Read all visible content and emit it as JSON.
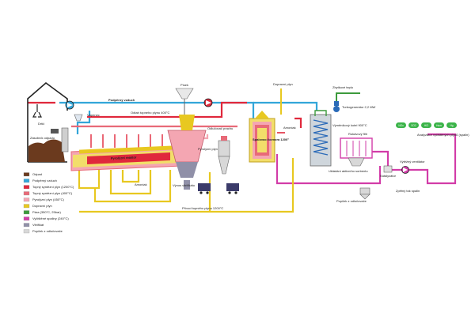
{
  "labels": {
    "feed": "Podpěrný vzduch",
    "tapper": "Vápenec",
    "grab": "Drtič",
    "bunker": "Zásobník odpadu",
    "sand": "Písek",
    "heatout": "Odtah topného plynu 400°C",
    "pyroltext": "Pyrolýzní reaktor",
    "flyash_vitr": "Výnos vitrifikátu",
    "ammonia": "Amoniak",
    "cyclone": "Odlučovač prachu",
    "pyrolgas": "Pyrolýzní plyn",
    "gas1200": "Přívod topného plynu 1200°C",
    "dopant_gas": "Dopravní plyn",
    "combustor": "Spalovací komora 1200°",
    "ammonia2": "Amoniak",
    "steam": "Zbytkové teplo",
    "turbo": "Turbogenerátor 2,2 MW",
    "boiler": "Výměníkový kotel 900°C",
    "bagfilter": "Rukávový filtr",
    "ash": "Popílek z odlučovače",
    "sorbent": "Ukládání aktivního sorbentu",
    "catalyst": "Katalyzátor",
    "fan": "Výtěžný ventilátor",
    "stack": "Zpětný tok spalin",
    "analyzer": "Analyzátor vyčištěných plynů (spalin)"
  },
  "analyzer_pills": [
    "NOx",
    "SO2",
    "HCl",
    "Hum",
    "Hg"
  ],
  "legend": [
    {
      "label": "Odpad",
      "color": "#6b3a1e"
    },
    {
      "label": "Podpěrný vzduch",
      "color": "#33a6d9"
    },
    {
      "label": "Topný syntézní plyn (1200°C)",
      "color": "#e0283c"
    },
    {
      "label": "Topný syntézní plyn (400°C)",
      "color": "#e86a78"
    },
    {
      "label": "Pyrolýzní plyn (450°C)",
      "color": "#f4a6b2"
    },
    {
      "label": "Dopravní plyn",
      "color": "#e8c820"
    },
    {
      "label": "Pára (350°C, 25bar)",
      "color": "#3c9a3c"
    },
    {
      "label": "Vyčištěné spaliny (240°C)",
      "color": "#d23ca8"
    },
    {
      "label": "Vitrifikát",
      "color": "#9090a8"
    },
    {
      "label": "Popílek z odlučovače",
      "color": "#d8d8d8"
    }
  ]
}
